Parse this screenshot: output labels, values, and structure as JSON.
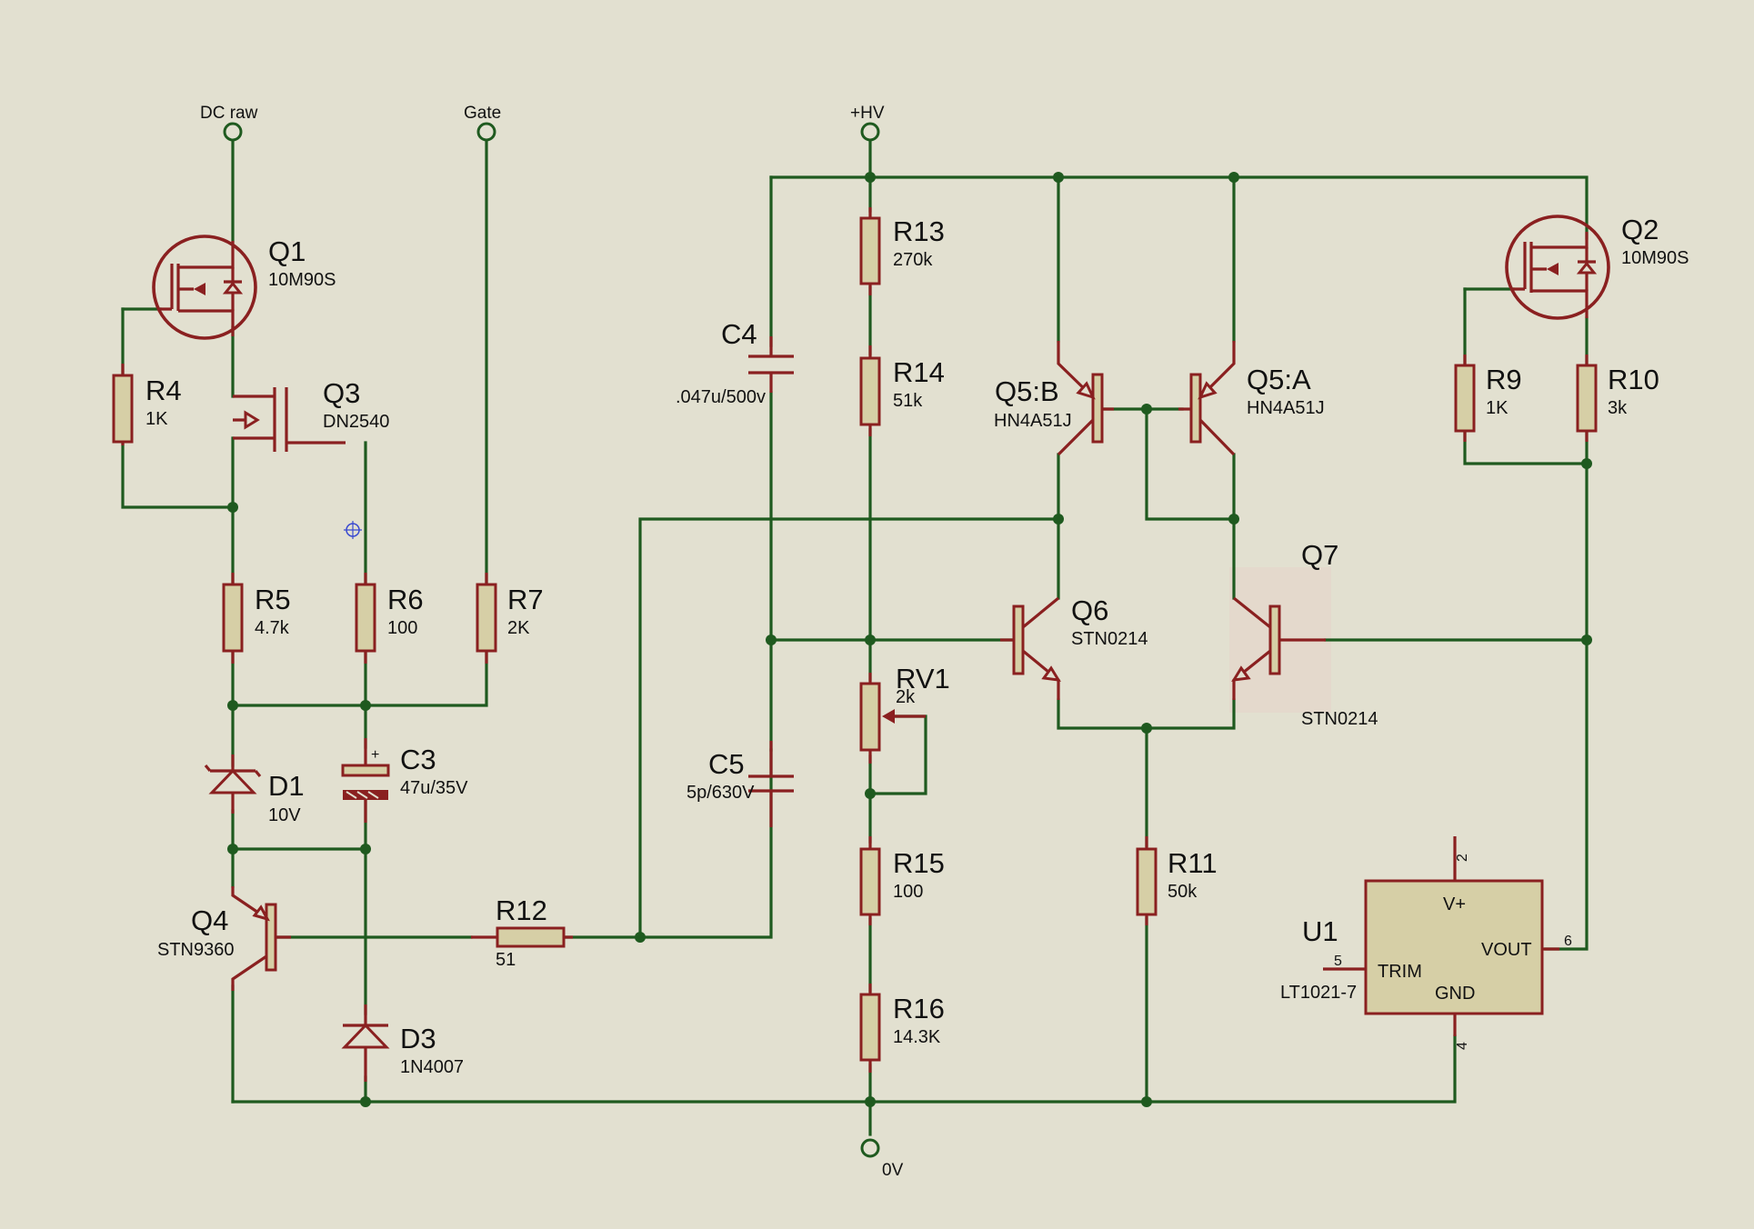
{
  "terminals": {
    "dc_raw": "DC raw",
    "gate": "Gate",
    "hv": "+HV",
    "ov": "0V"
  },
  "components": {
    "Q1": {
      "ref": "Q1",
      "value": "10M90S"
    },
    "Q2": {
      "ref": "Q2",
      "value": "10M90S"
    },
    "Q3": {
      "ref": "Q3",
      "value": "DN2540"
    },
    "Q4": {
      "ref": "Q4",
      "value": "STN9360"
    },
    "Q5A": {
      "ref": "Q5:A",
      "value": "HN4A51J"
    },
    "Q5B": {
      "ref": "Q5:B",
      "value": "HN4A51J"
    },
    "Q6": {
      "ref": "Q6",
      "value": "STN0214"
    },
    "Q7": {
      "ref": "Q7",
      "value": "STN0214"
    },
    "R4": {
      "ref": "R4",
      "value": "1K"
    },
    "R5": {
      "ref": "R5",
      "value": "4.7k"
    },
    "R6": {
      "ref": "R6",
      "value": "100"
    },
    "R7": {
      "ref": "R7",
      "value": "2K"
    },
    "R9": {
      "ref": "R9",
      "value": "1K"
    },
    "R10": {
      "ref": "R10",
      "value": "3k"
    },
    "R11": {
      "ref": "R11",
      "value": "50k"
    },
    "R12": {
      "ref": "R12",
      "value": "51"
    },
    "R13": {
      "ref": "R13",
      "value": "270k"
    },
    "R14": {
      "ref": "R14",
      "value": "51k"
    },
    "R15": {
      "ref": "R15",
      "value": "100"
    },
    "R16": {
      "ref": "R16",
      "value": "14.3K"
    },
    "RV1": {
      "ref": "RV1",
      "value": "2k"
    },
    "C3": {
      "ref": "C3",
      "value": "47u/35V"
    },
    "C4": {
      "ref": "C4",
      "value": ".047u/500v"
    },
    "C5": {
      "ref": "C5",
      "value": "5p/630V"
    },
    "D1": {
      "ref": "D1",
      "value": "10V"
    },
    "D3": {
      "ref": "D3",
      "value": "1N4007"
    },
    "U1": {
      "ref": "U1",
      "value": "LT1021-7",
      "pins": {
        "vplus": "V+",
        "vout": "VOUT",
        "trim": "TRIM",
        "gnd": "GND",
        "p2": "2",
        "p4": "4",
        "p5": "5",
        "p6": "6"
      }
    }
  },
  "colors": {
    "background": "#e2e0d0",
    "wire": "#1f5a1f",
    "component": "#8a2020",
    "fill": "#d6cfa6"
  }
}
